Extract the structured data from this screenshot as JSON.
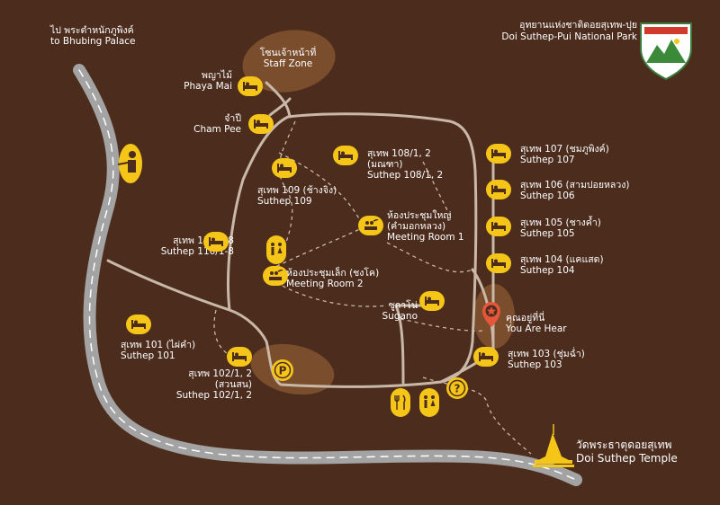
{
  "map_title": {
    "th": "อุทยานแห่งชาติดอยสุเทพ-ปุย",
    "en": "Doi Suthep-Pui National Park"
  },
  "colors": {
    "background": "#4b2c1d",
    "road": "#a3a3a3",
    "path": "#c9b8a8",
    "icon": "#f5c518",
    "zone": "#7a4d2d"
  },
  "places": {
    "bhubing": {
      "th": "ไป พระตำหนักภูพิงค์",
      "en": "to Bhubing Palace"
    },
    "staff_zone": {
      "th": "โซนเจ้าหน้าที่",
      "en": "Staff Zone"
    },
    "phaya_mai": {
      "th": "พญาไม้",
      "en": "Phaya Mai"
    },
    "cham_pee": {
      "th": "จำปี",
      "en": "Cham Pee"
    },
    "suthep_109": {
      "th": "สุเทพ 109 (ช้างจิง)",
      "en": "Suthep 109"
    },
    "suthep_108": {
      "th1": "สุเทพ 108/1, 2",
      "th2": "(มณฑา)",
      "en": "Suthep 108/1, 2"
    },
    "meeting_room_1": {
      "th1": "ห้องประชุมใหญ่",
      "th2": "(คำมอกหลวง)",
      "en": "Meeting Room 1"
    },
    "meeting_room_2": {
      "th": "ห้องประชุมเล็ก (ชงโค)",
      "en": "Meeting Room 2"
    },
    "suthep_110": {
      "th": "สุเทพ 110/1-8",
      "en": "Suthep 110/1-8"
    },
    "sugano": {
      "th": "ซูกาโน่",
      "en": "Sugano"
    },
    "you_are_here": {
      "th": "คุณอยู่ที่นี่",
      "en": "You Are Hear"
    },
    "suthep_107": {
      "th": "สุเทพ 107 (ชมภูพิงค์)",
      "en": "Suthep 107"
    },
    "suthep_106": {
      "th": "สุเทพ 106 (สามปอยหลวง)",
      "en": "Suthep 106"
    },
    "suthep_105": {
      "th": "สุเทพ 105 (ชางค้ำ)",
      "en": "Suthep 105"
    },
    "suthep_104": {
      "th": "สุเทพ 104 (แคแสด)",
      "en": "Suthep 104"
    },
    "suthep_103": {
      "th": "สุเทพ 103 (ชุ่มฉ่ำ)",
      "en": "Suthep 103"
    },
    "suthep_101": {
      "th": "สุเทพ 101 (ไผ่คำ)",
      "en": "Suthep 101"
    },
    "suthep_102": {
      "th1": "สุเทพ 102/1, 2",
      "th2": "(สวนสน)",
      "en": "Suthep 102/1, 2"
    },
    "temple": {
      "th": "วัดพระธาตุดอยสุเทพ",
      "en": "Doi Suthep Temple"
    }
  },
  "icons": {
    "parking": "parking-icon",
    "restaurant": "fork-knife-icon",
    "restroom": "restroom-icon",
    "info": "question-icon",
    "bed": "bed-icon",
    "meeting": "meeting-icon",
    "gas": "gas-station-icon",
    "marker": "location-marker-icon",
    "logo": "park-emblem-icon"
  }
}
